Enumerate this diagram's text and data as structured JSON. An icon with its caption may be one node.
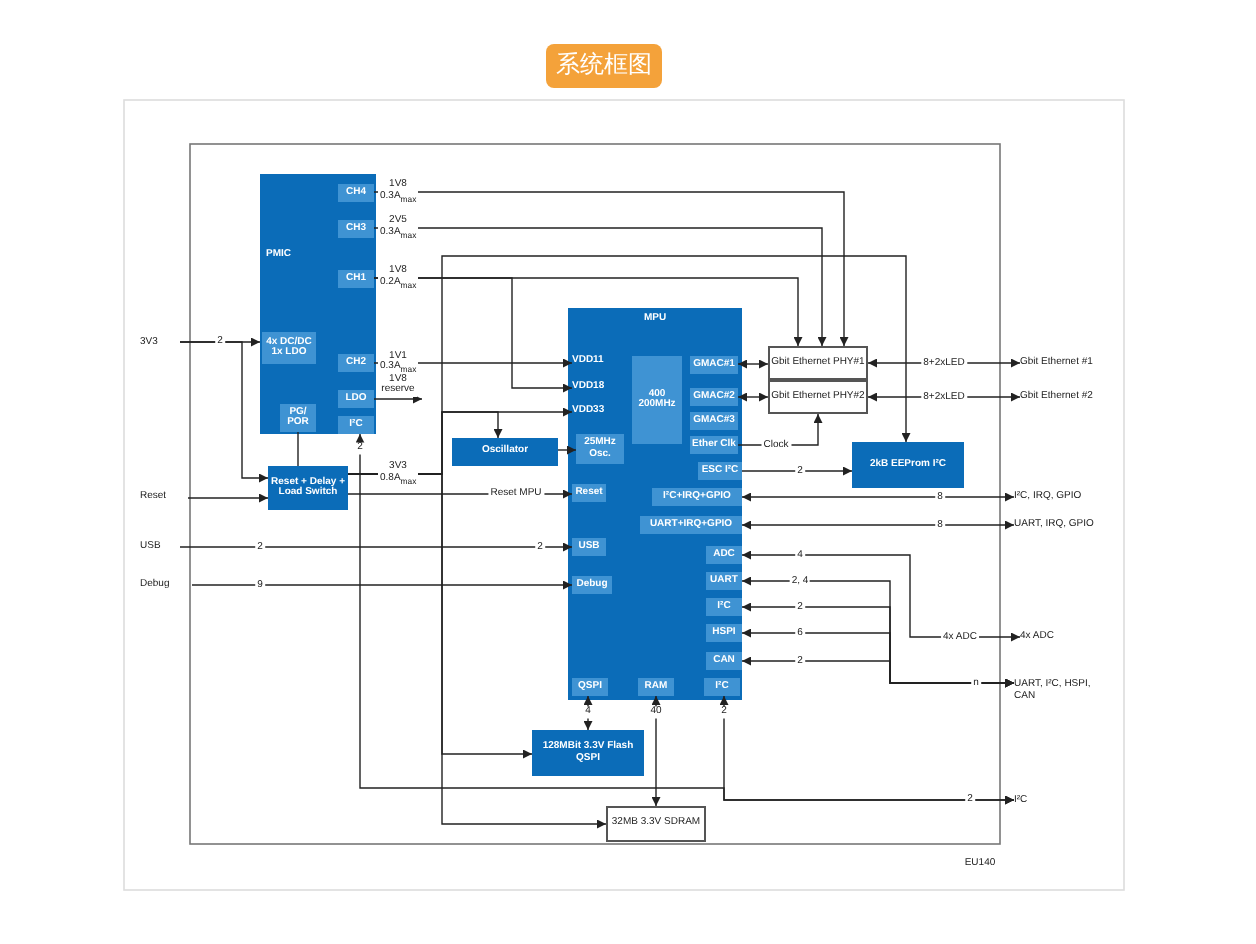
{
  "diagram": {
    "title": "系统框图",
    "nodes": [
      {
        "text": [
          "PMIC"
        ]
      },
      {
        "text": [
          "CH4"
        ],
        "in": 0
      },
      {
        "text": [
          "CH3"
        ],
        "in": 0
      },
      {
        "text": [
          "CH1"
        ],
        "in": 0
      },
      {
        "text": [
          "CH2"
        ],
        "in": 0
      },
      {
        "text": [
          "LDO"
        ],
        "in": 0
      },
      {
        "text": [
          "I²C"
        ],
        "in": 0
      },
      {
        "text": [
          "4x DC/DC 1x LDO"
        ],
        "in": 0
      },
      {
        "text": [
          "PG/ POR"
        ],
        "in": 0
      },
      {
        "text": [
          "Reset + Delay + Load Switch"
        ]
      },
      {
        "text": [
          "Oscillator"
        ]
      },
      {
        "text": [
          "MPU"
        ]
      },
      {
        "text": [
          "VDD11"
        ],
        "in": 11
      },
      {
        "text": [
          "VDD18"
        ],
        "in": 11
      },
      {
        "text": [
          "VDD33"
        ],
        "in": 11
      },
      {
        "text": [
          "400 200MHz"
        ],
        "in": 11
      },
      {
        "text": [
          "GMAC#1"
        ],
        "in": 11
      },
      {
        "text": [
          "GMAC#2"
        ],
        "in": 11
      },
      {
        "text": [
          "GMAC#3"
        ],
        "in": 11
      },
      {
        "text": [
          "Ether Clk"
        ],
        "in": 11
      },
      {
        "text": [
          "25MHz Osc."
        ],
        "in": 11
      },
      {
        "text": [
          "Reset"
        ],
        "in": 11
      },
      {
        "text": [
          "ESC I²C"
        ],
        "in": 11
      },
      {
        "text": [
          "I²C+IRQ+GPIO"
        ],
        "in": 11
      },
      {
        "text": [
          "UART+IRQ+GPIO"
        ],
        "in": 11
      },
      {
        "text": [
          "USB"
        ],
        "in": 11
      },
      {
        "text": [
          "ADC"
        ],
        "in": 11
      },
      {
        "text": [
          "Debug"
        ],
        "in": 11
      },
      {
        "text": [
          "UART"
        ],
        "in": 11
      },
      {
        "text": [
          "I²C"
        ],
        "in": 11
      },
      {
        "text": [
          "HSPI"
        ],
        "in": 11
      },
      {
        "text": [
          "CAN"
        ],
        "in": 11
      },
      {
        "text": [
          "QSPI"
        ],
        "in": 11
      },
      {
        "text": [
          "RAM"
        ],
        "in": 11
      },
      {
        "text": [
          "I²C"
        ],
        "in": 11
      },
      {
        "text": [
          "Gbit Ethernet PHY#1"
        ]
      },
      {
        "text": [
          "Gbit Ethernet PHY#2"
        ]
      },
      {
        "text": [
          "2kB EEProm I²C"
        ]
      },
      {
        "text": [
          "128MBit 3.3V Flash QSPI"
        ]
      },
      {
        "text": [
          "32MB 3.3V SDRAM"
        ]
      },
      {
        "text": [
          "3V3"
        ]
      },
      {
        "text": [
          "Reset"
        ]
      },
      {
        "text": [
          "USB"
        ]
      },
      {
        "text": [
          "Debug"
        ]
      },
      {
        "text": [
          "Gbit Ethernet #1"
        ]
      },
      {
        "text": [
          "Gbit Ethernet #2"
        ]
      },
      {
        "text": [
          "I²C, IRQ, GPIO"
        ]
      },
      {
        "text": [
          "UART, IRQ, GPIO"
        ]
      },
      {
        "text": [
          "4x ADC"
        ]
      },
      {
        "text": [
          "UART, I²C, HSPI, CAN"
        ]
      },
      {
        "text": [
          "I²C"
        ]
      }
    ],
    "edges": [
      {
        "from": 40,
        "to": 0,
        "arrow": "to",
        "label": "2"
      },
      {
        "from": 40,
        "to": 9,
        "arrow": "to"
      },
      {
        "from": 41,
        "to": 9,
        "arrow": "to"
      },
      {
        "from": 8,
        "to": 9,
        "arrow": "none"
      },
      {
        "from": 9,
        "to": 14,
        "arrow": "to",
        "label": "3V3 0.8A$_{max}$"
      },
      {
        "from": 9,
        "to": 10,
        "arrow": "to"
      },
      {
        "from": 9,
        "to": 38,
        "arrow": "to"
      },
      {
        "from": 9,
        "to": 39,
        "arrow": "to"
      },
      {
        "from": 9,
        "to": 37,
        "arrow": "to"
      },
      {
        "from": 9,
        "to": 21,
        "arrow": "to",
        "label": "Reset MPU"
      },
      {
        "from": 1,
        "to": 35,
        "arrow": "to",
        "label": "1V8 0.3A$_{max}$"
      },
      {
        "from": 2,
        "to": 35,
        "arrow": "to",
        "label": "2V5 0.3A$_{max}$"
      },
      {
        "from": 3,
        "to": 35,
        "arrow": "to",
        "label": "1V8 0.2A$_{max}$"
      },
      {
        "from": 3,
        "to": 13,
        "arrow": "to"
      },
      {
        "from": 4,
        "to": 12,
        "arrow": "to",
        "label": "1V1 0.3A$_{max}$"
      },
      {
        "from": 5,
        "to": null,
        "arrow": "to",
        "label": "1V8 reserve"
      },
      {
        "from": 6,
        "to": 50,
        "arrow": "both",
        "label": "2"
      },
      {
        "from": 34,
        "to": 50,
        "arrow": "both",
        "label": "2"
      },
      {
        "from": 10,
        "to": 20,
        "arrow": "to"
      },
      {
        "from": 16,
        "to": 35,
        "arrow": "both"
      },
      {
        "from": 17,
        "to": 36,
        "arrow": "both"
      },
      {
        "from": 19,
        "to": 36,
        "arrow": "to",
        "label": "Clock"
      },
      {
        "from": 35,
        "to": 44,
        "arrow": "both",
        "label": "8+2xLED"
      },
      {
        "from": 36,
        "to": 45,
        "arrow": "both",
        "label": "8+2xLED"
      },
      {
        "from": 22,
        "to": 37,
        "arrow": "to",
        "label": "2"
      },
      {
        "from": 23,
        "to": 46,
        "arrow": "both",
        "label": "8"
      },
      {
        "from": 24,
        "to": 47,
        "arrow": "both",
        "label": "8"
      },
      {
        "from": 26,
        "to": 48,
        "arrow": "both",
        "label": "4x ADC"
      },
      {
        "from": 28,
        "to": 49,
        "arrow": "both",
        "label": "2, 4"
      },
      {
        "from": 29,
        "to": 49,
        "arrow": "both",
        "label": "2"
      },
      {
        "from": 30,
        "to": 49,
        "arrow": "both",
        "label": "6"
      },
      {
        "from": 31,
        "to": 49,
        "arrow": "both",
        "label": "2"
      },
      {
        "from": 42,
        "to": 25,
        "arrow": "to",
        "label": "2"
      },
      {
        "from": 43,
        "to": 27,
        "arrow": "to",
        "label": "9"
      },
      {
        "from": 32,
        "to": 38,
        "arrow": "both",
        "label": "4"
      },
      {
        "from": 33,
        "to": 39,
        "arrow": "both",
        "label": "40"
      }
    ],
    "labels": [
      "4",
      "2",
      "2",
      "n",
      "EU140"
    ]
  }
}
